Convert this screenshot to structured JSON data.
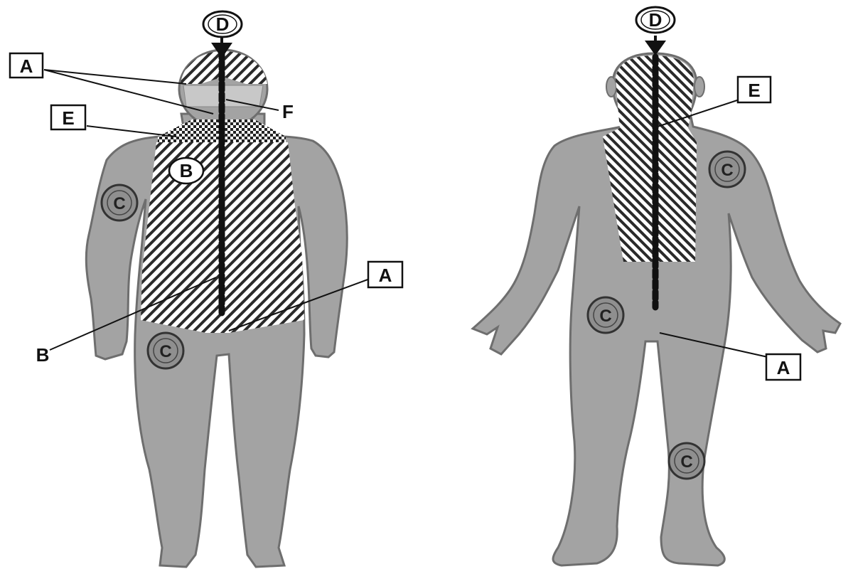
{
  "front": {
    "labels": {
      "d": "D",
      "a_top": "A",
      "e": "E",
      "f": "F",
      "b_chest": "B",
      "b_lower": "B",
      "c_arm": "C",
      "c_thigh": "C",
      "a_groin": "A"
    }
  },
  "back": {
    "labels": {
      "d": "D",
      "e": "E",
      "c_arm": "C",
      "c_buttock": "C",
      "c_calf": "C",
      "a": "A"
    }
  },
  "colors": {
    "body": "#a3a3a3",
    "outline": "#6e6e6e",
    "hatch": "#2a2a2a",
    "spine": "#111111"
  }
}
